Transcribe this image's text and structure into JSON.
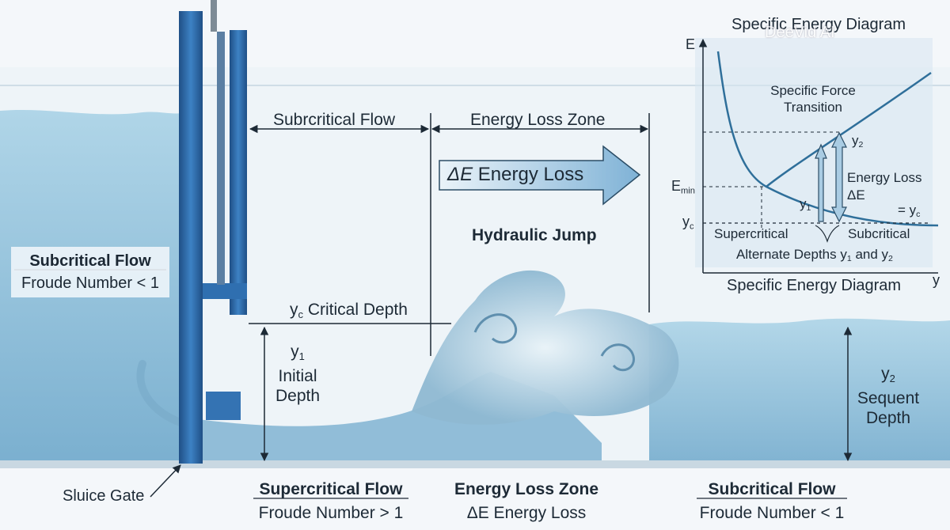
{
  "labels": {
    "subcritical_top": "Subrcritical Flow",
    "energy_loss_zone_top": "Energy Loss Zone",
    "delta_e_symbol": "ΔE",
    "delta_e_arrow_text": "Energy Loss",
    "hydraulic_jump": "Hydraulic Jump",
    "critical_depth_sym": "y",
    "critical_depth_sub": "c",
    "critical_depth_text": "Critical Depth",
    "y1_sym": "y",
    "y1_sub": "1",
    "y1_text1": "Initial",
    "y1_text2": "Depth",
    "y2_sym": "y",
    "y2_sub": "2",
    "y2_text1": "Sequent",
    "y2_text2": "Depth",
    "left_flow_title": "Subcritical Flow",
    "left_flow_froude": "Froude Number < 1",
    "sluice_gate": "Sluice Gate",
    "bottom_super_title": "Supercritical Flow",
    "bottom_super_froude": "Froude Number > 1",
    "bottom_loss_title": "Energy Loss Zone",
    "bottom_loss_sub": "ΔE Energy Loss",
    "bottom_sub_title": "Subcritical Flow",
    "bottom_sub_froude": "Froude Number < 1"
  },
  "energy_diagram": {
    "title_top": "Specific Energy Diagram",
    "title_bottom": "Specific Energy Diagram",
    "axis_e": "E",
    "axis_y": "y",
    "emin_sym": "E",
    "emin_sub": "min",
    "yc_sym": "y",
    "yc_sub": "c",
    "eq_yc": "= y",
    "eq_yc_sub": "c",
    "transition_1": "Specific Force",
    "transition_2": "Transition",
    "y2_sym": "y",
    "y2_sub": "2",
    "y1_sym": "y",
    "y1_sub": "1",
    "loss_1": "Energy Loss",
    "loss_2": "ΔE",
    "supercritical": "Supercritical",
    "subcritical": "Subcritical",
    "alternate_1": "Alternate Depths y",
    "alternate_sub1": "1",
    "alternate_2": "and y",
    "alternate_sub2": "2"
  },
  "watermark": "DeeVid AI",
  "colors": {
    "water": "#8fbfd9",
    "water_deep": "#6ea6c8",
    "gate": "#2f6fb0",
    "gate_dark": "#1f4f86",
    "arrow_fill": "#a9cce3",
    "curve": "#2f6f9a",
    "line": "#1d2a36"
  }
}
